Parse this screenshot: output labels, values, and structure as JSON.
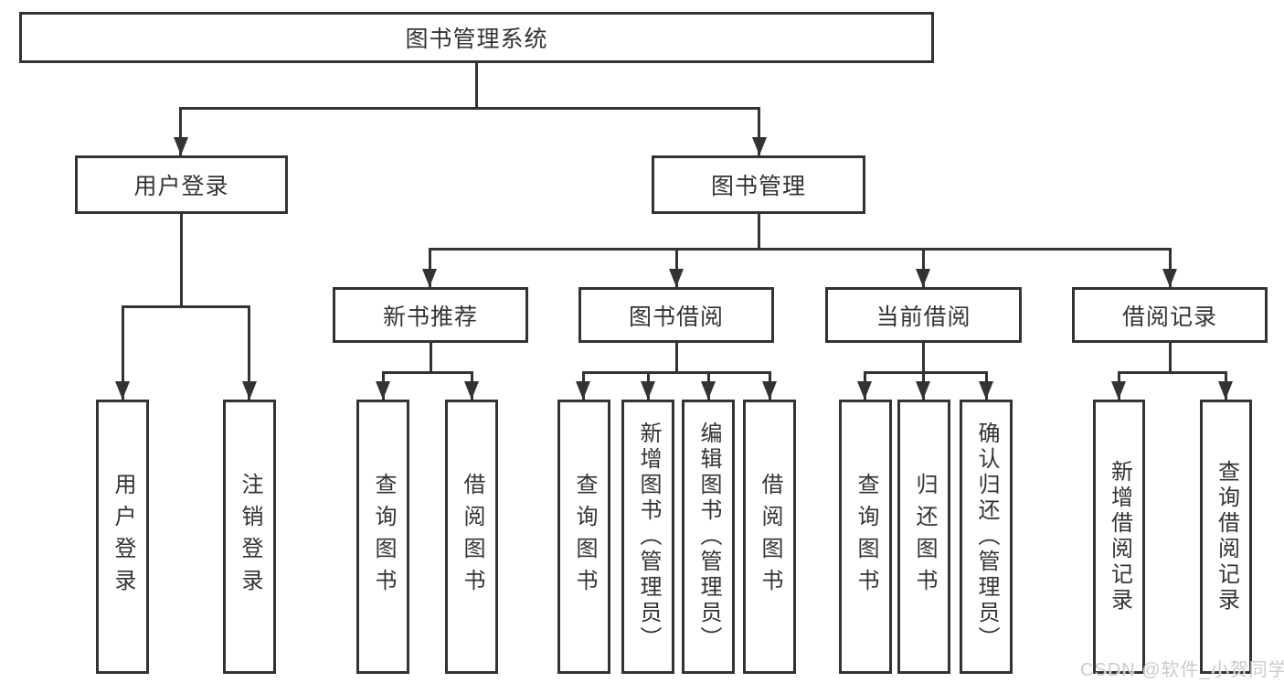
{
  "tree": {
    "label": "图书管理系统",
    "children": [
      {
        "label": "用户登录",
        "children": [
          {
            "label": "用户登录"
          },
          {
            "label": "注销登录"
          }
        ]
      },
      {
        "label": "图书管理",
        "children": [
          {
            "label": "新书推荐",
            "children": [
              {
                "label": "查询图书"
              },
              {
                "label": "借阅图书"
              }
            ]
          },
          {
            "label": "图书借阅",
            "children": [
              {
                "label": "查询图书"
              },
              {
                "label": "新增图书（管理员）"
              },
              {
                "label": "编辑图书（管理员）"
              },
              {
                "label": "借阅图书"
              }
            ]
          },
          {
            "label": "当前借阅",
            "children": [
              {
                "label": "查询图书"
              },
              {
                "label": "归还图书"
              },
              {
                "label": "确认归还（管理员）"
              }
            ]
          },
          {
            "label": "借阅记录",
            "children": [
              {
                "label": "新增借阅记录"
              },
              {
                "label": "查询借阅记录"
              }
            ]
          }
        ]
      }
    ]
  },
  "watermark": {
    "text": "CSDN @软件_小贺同学"
  },
  "colors": {
    "line": "#333333",
    "text": "#333333",
    "background": "#ffffff",
    "watermark": "#cbcbcb"
  }
}
